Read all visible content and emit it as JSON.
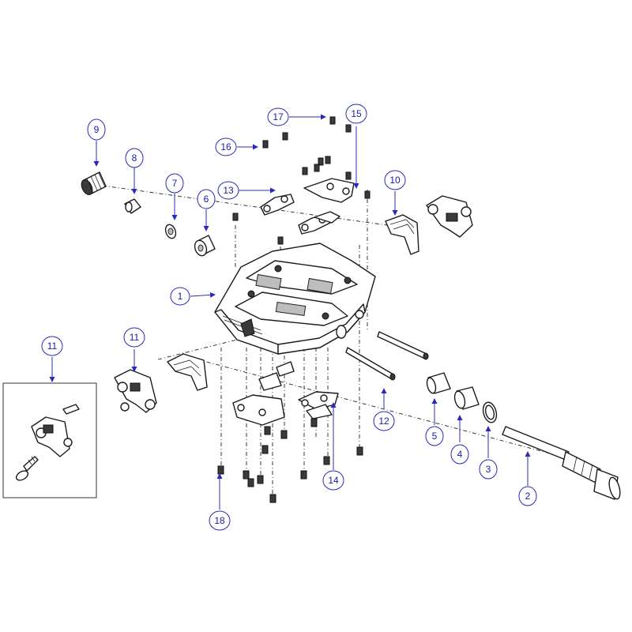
{
  "callouts": {
    "c1": "1",
    "c2": "2",
    "c3": "3",
    "c4": "4",
    "c5": "5",
    "c6": "6",
    "c7": "7",
    "c8": "8",
    "c9": "9",
    "c10": "10",
    "c11a": "11",
    "c11b": "11",
    "c12": "12",
    "c13": "13",
    "c14": "14",
    "c15": "15",
    "c16": "16",
    "c17": "17",
    "c18": "18"
  },
  "colors": {
    "callout": "#2a2ab8",
    "line": "#1a1a1a"
  }
}
